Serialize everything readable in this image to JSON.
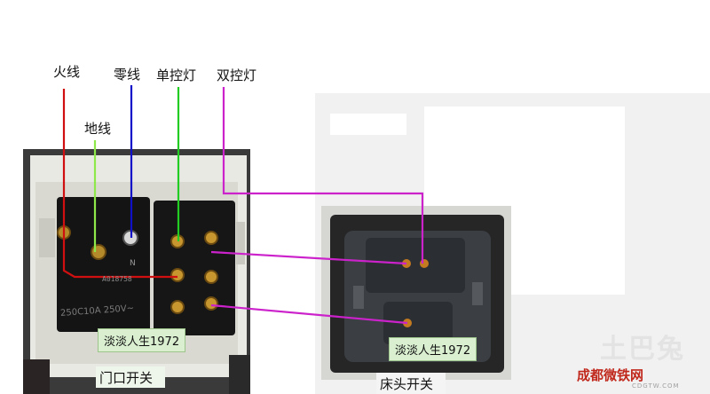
{
  "labels": {
    "fire": "火线",
    "neutral": "零线",
    "ground": "地线",
    "single": "单控灯",
    "double": "双控灯"
  },
  "left_switch": {
    "caption": "门口开关",
    "tag": "淡淡人生1972",
    "rating": "250C10A 250V~",
    "serial": "A018758",
    "terminal_mark": "N"
  },
  "right_switch": {
    "caption": "床头开关",
    "tag": "淡淡人生1972"
  },
  "brand_watermark": "土巴兔",
  "site_logo": "成都微铁网",
  "site_url": "CDGTW.COM",
  "wire_colors": {
    "fire": "#d01010",
    "neutral": "#1010c8",
    "ground": "#8fe84a",
    "single": "#22cc22",
    "double": "#cc22cc"
  }
}
